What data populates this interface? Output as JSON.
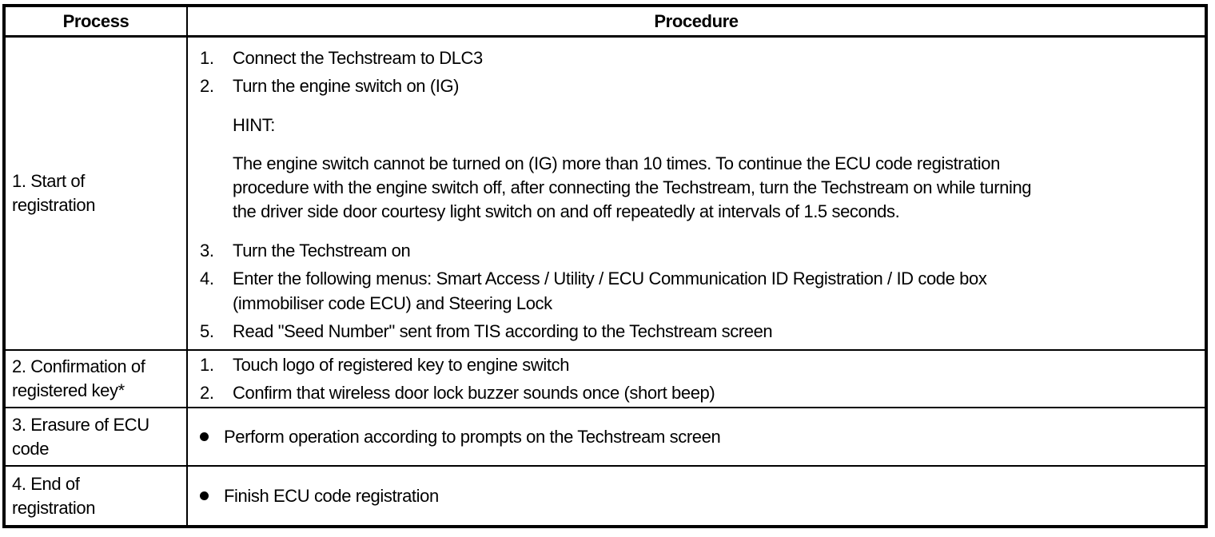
{
  "header": {
    "process": "Process",
    "procedure": "Procedure"
  },
  "colors": {
    "border": "#000000",
    "text": "#000000",
    "background": "#ffffff"
  },
  "rows": {
    "r1": {
      "process": "1. Start of registration",
      "steps_a": [
        {
          "num": "1.",
          "text": "Connect the Techstream to DLC3"
        },
        {
          "num": "2.",
          "text": "Turn the engine switch on (IG)"
        }
      ],
      "hint_label": "HINT:",
      "hint_lines": [
        "The engine switch cannot be turned on (IG) more than 10 times. To continue the ECU code registration",
        "procedure with the engine switch off, after connecting the Techstream, turn the Techstream on while turning",
        "the driver side door courtesy light switch on and off repeatedly at intervals of 1.5 seconds."
      ],
      "steps_b": [
        {
          "num": "3.",
          "text": "Turn the Techstream on"
        },
        {
          "num": "4.",
          "lines": [
            "Enter the following menus: Smart Access / Utility / ECU Communication ID Registration / ID code box",
            "(immobiliser code ECU) and Steering Lock"
          ]
        },
        {
          "num": "5.",
          "text": "Read \"Seed Number\" sent from TIS according to the Techstream screen"
        }
      ]
    },
    "r2": {
      "process": "2. Confirmation of registered key*",
      "steps": [
        {
          "num": "1.",
          "text": "Touch logo of registered key to engine switch"
        },
        {
          "num": "2.",
          "text": "Confirm that wireless door lock buzzer sounds once (short beep)"
        }
      ]
    },
    "r3": {
      "process": "3. Erasure of ECU code",
      "bullet_text": "Perform operation according to prompts on the Techstream screen"
    },
    "r4": {
      "process": "4. End of registration",
      "bullet_text": "Finish ECU code registration"
    }
  }
}
